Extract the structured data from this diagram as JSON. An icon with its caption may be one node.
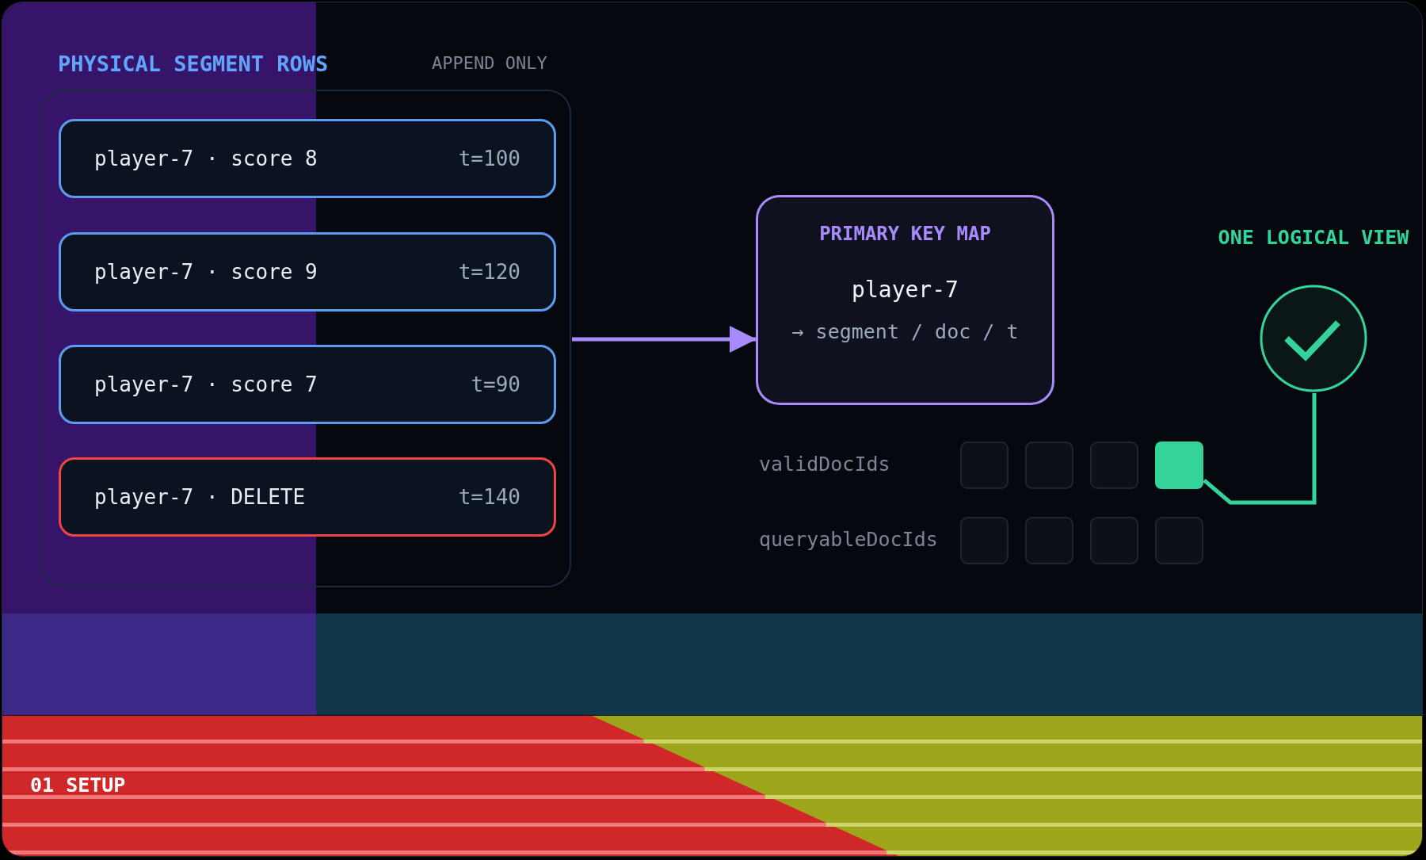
{
  "diagram": {
    "nodes": [
      {
        "text": [
          "PHYSICAL SEGMENT ROWS"
        ],
        "beside": [
          "APPEND ONLY"
        ]
      },
      {
        "text": [
          "player-7 · score 8",
          "t=100"
        ],
        "in": 0
      },
      {
        "text": [
          "player-7 · score 9",
          "t=120"
        ],
        "in": 0
      },
      {
        "text": [
          "player-7 · score 7",
          "t=90"
        ],
        "in": 0
      },
      {
        "text": [
          "player-7 · DELETE",
          "t=140"
        ],
        "in": 0
      },
      {
        "text": [
          "PRIMARY KEY MAP",
          "player-7",
          "→ segment / doc / t"
        ]
      },
      {
        "text": [
          "ONE LOGICAL VIEW"
        ]
      },
      {
        "text": [],
        "shape": "box"
      }
    ],
    "edges": [
      {
        "from": 0,
        "to": 5,
        "arrow": "to"
      },
      {
        "from": 6,
        "to": 7,
        "arrow": "none",
        "color": "#34d399"
      }
    ],
    "labels": [
      "validDocIds",
      "queryableDocIds",
      "01 SETUP"
    ]
  }
}
